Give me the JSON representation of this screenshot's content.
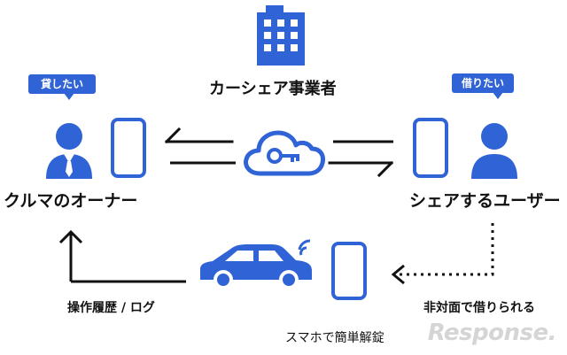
{
  "company_label": "カーシェア事業者",
  "owner": {
    "bubble": "貸したい",
    "label": "クルマのオーナー"
  },
  "user": {
    "bubble": "借りたい",
    "label": "シェアするユーザー"
  },
  "bottom_labels": {
    "history": "操作履歴 / ログ",
    "unlock": "スマホで簡単解錠",
    "rent": "非対面で借りられる"
  },
  "watermark": "Response.",
  "colors": {
    "accent": "#2f63d6",
    "line": "#111111"
  }
}
